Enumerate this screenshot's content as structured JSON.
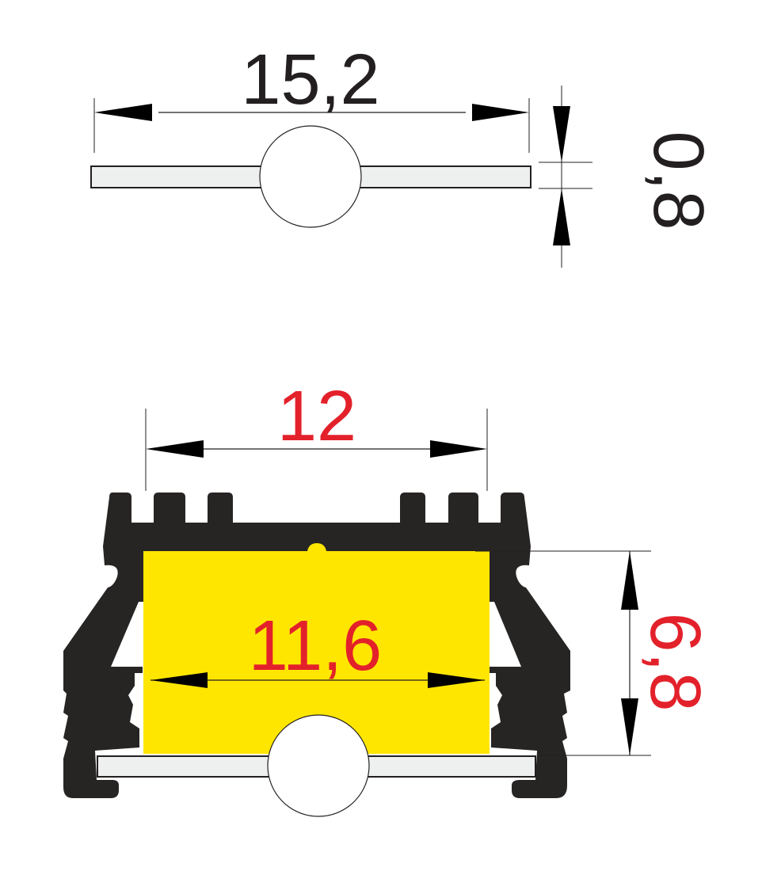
{
  "top_view": {
    "width_label": "15,2",
    "thickness_label": "0,8"
  },
  "profile_view": {
    "opening_label": "12",
    "inner_width_label": "11,6",
    "height_label": "6,8"
  },
  "colors": {
    "dimension_black": "#231f20",
    "dimension_red": "#e3212b",
    "profile_body": "#272524",
    "led_strip": "#ffe600",
    "diffuser": "#eef0ef"
  }
}
